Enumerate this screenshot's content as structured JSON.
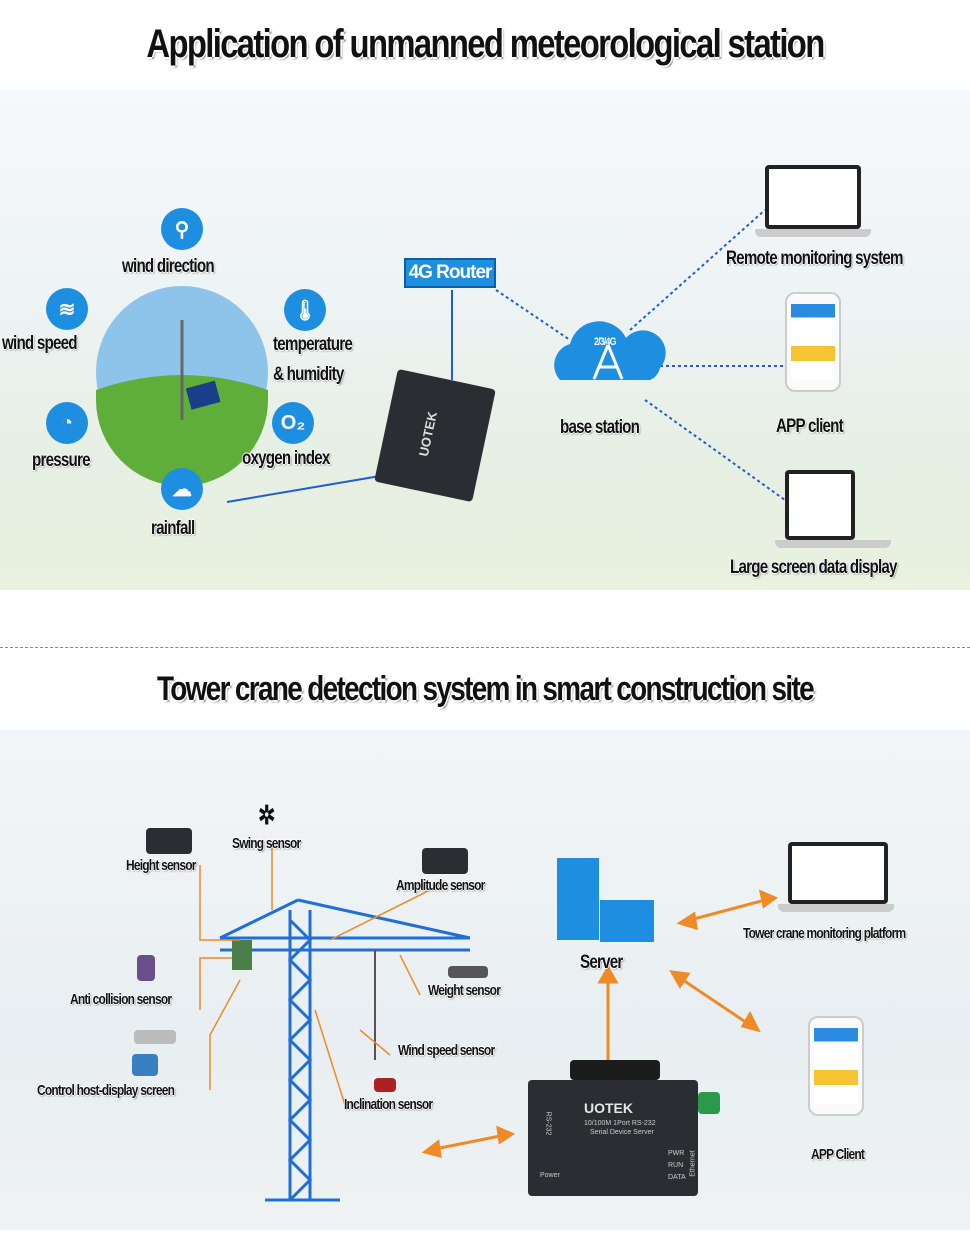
{
  "section1": {
    "title": "Application of unmanned meteorological station",
    "sensors": [
      {
        "label": "wind direction",
        "icon": "wind-vane-icon"
      },
      {
        "label": "wind speed",
        "icon": "wind-icon"
      },
      {
        "label": "temperature",
        "label2": "& humidity",
        "icon": "thermometer-icon"
      },
      {
        "label": "pressure",
        "icon": "gauge-icon"
      },
      {
        "label": "oxygen index",
        "icon": "o2-icon",
        "glyph": "O₂"
      },
      {
        "label": "rainfall",
        "icon": "rain-cloud-icon"
      }
    ],
    "router": "4G Router",
    "device": {
      "brand": "UOTEK"
    },
    "base_station": {
      "label": "base station",
      "badge": "2/3/4G"
    },
    "outputs": [
      "Remote monitoring system",
      "APP client",
      "Large screen data display"
    ],
    "line_color": "#1e5fd0"
  },
  "section2": {
    "title": "Tower crane detection system in smart construction site",
    "sensors": [
      "Height sensor",
      "Swing sensor",
      "Amplitude sensor",
      "Anti collision sensor",
      "Weight sensor",
      "Wind speed sensor",
      "Control host-display screen",
      "Inclination sensor"
    ],
    "server": "Server",
    "outputs": [
      "Tower crane monitoring platform",
      "APP Client"
    ],
    "device": {
      "brand": "UOTEK",
      "model": "10/100M 1Port RS-232",
      "model2": "Serial Device Server",
      "pwr": "PWR",
      "run": "RUN",
      "data": "DATA",
      "power": "Power",
      "ethernet": "Ethernet",
      "rs232": "RS-232"
    },
    "arrow_color": "#f08a24",
    "crane_color": "#1f6fd6"
  }
}
